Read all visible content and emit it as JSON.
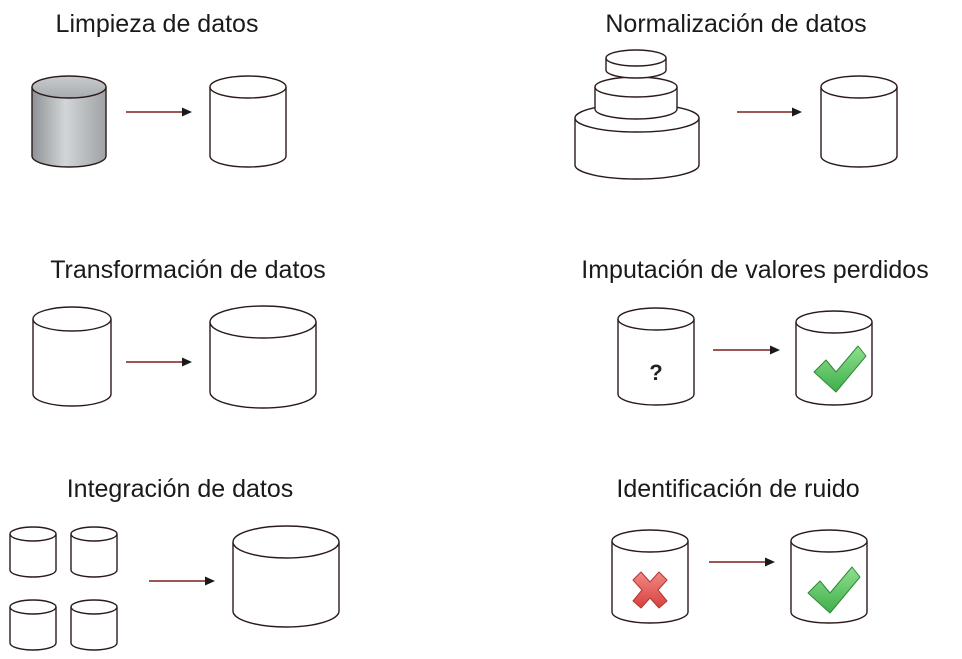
{
  "sections": {
    "cleaning": {
      "title": "Limpieza de datos"
    },
    "normalization": {
      "title": "Normalización de datos"
    },
    "transformation": {
      "title": "Transformación de datos"
    },
    "imputation": {
      "title": "Imputación de valores perdidos",
      "unknown_symbol": "?"
    },
    "integration": {
      "title": "Integración de datos"
    },
    "noise": {
      "title": "Identificación de ruido"
    }
  },
  "colors": {
    "outline": "#2b1a1a",
    "arrow": "#7a1f1f",
    "check": "#4cc35a",
    "cross": "#e0504c",
    "grey_db": "#b9bcbf"
  },
  "icons": [
    "database-icon",
    "arrow-right-icon",
    "checkmark-icon",
    "cross-icon"
  ]
}
